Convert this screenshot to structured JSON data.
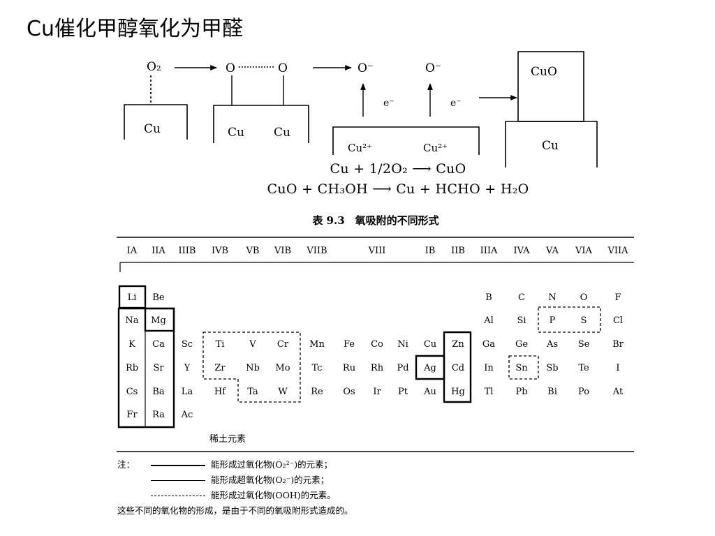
{
  "title": "Cu催化甲醇氧化为甲醛",
  "diagram": {
    "o2": "O₂",
    "o": "O",
    "o_minus": "O⁻",
    "electron": "e⁻",
    "cu": "Cu",
    "cu2plus": "Cu²⁺",
    "cuo": "CuO"
  },
  "equations": {
    "eq1": "Cu + 1/2O₂ ⟶ CuO",
    "eq2": "CuO + CH₃OH ⟶ Cu + HCHO + H₂O"
  },
  "table": {
    "title": "表 9.3　氧吸附的不同形式",
    "groups": [
      "IA",
      "IIA",
      "IIIB",
      "IVB",
      "VB",
      "VIB",
      "VIIB",
      "VIII",
      "IB",
      "IIB",
      "IIIA",
      "IVA",
      "VA",
      "VIA",
      "VIIA"
    ],
    "rows": [
      [
        "Li",
        "Be",
        "",
        "",
        "",
        "",
        "",
        "",
        "",
        "",
        "",
        "",
        "B",
        "C",
        "N",
        "O",
        "F"
      ],
      [
        "Na",
        "Mg",
        "",
        "",
        "",
        "",
        "",
        "",
        "",
        "",
        "",
        "",
        "Al",
        "Si",
        "P",
        "S",
        "Cl"
      ],
      [
        "K",
        "Ca",
        "Sc",
        "Ti",
        "V",
        "Cr",
        "Mn",
        "Fe",
        "Co",
        "Ni",
        "Cu",
        "Zn",
        "Ga",
        "Ge",
        "As",
        "Se",
        "Br"
      ],
      [
        "Rb",
        "Sr",
        "Y",
        "Zr",
        "Nb",
        "Mo",
        "Tc",
        "Ru",
        "Rh",
        "Pd",
        "Ag",
        "Cd",
        "In",
        "Sn",
        "Sb",
        "Te",
        "I"
      ],
      [
        "Cs",
        "Ba",
        "La",
        "Hf",
        "Ta",
        "W",
        "Re",
        "Os",
        "Ir",
        "Pt",
        "Au",
        "Hg",
        "Tl",
        "Pb",
        "Bi",
        "Po",
        "At"
      ],
      [
        "Fr",
        "Ra",
        "Ac",
        "",
        "",
        "",
        "",
        "",
        "",
        "",
        "",
        "",
        "",
        "",
        "",
        "",
        ""
      ]
    ],
    "rare_earth_label": "稀土元素"
  },
  "footnotes": {
    "label": "注：",
    "line1": "能形成过氧化物(O₂²⁻)的元素；",
    "line2": "能形成超氧化物(O₂⁻)的元素；",
    "line3": "能形成过氧化物(OOH)的元素。",
    "caption": "这些不同的氧化物的形成，是由于不同的氧吸附形式造成的。"
  }
}
